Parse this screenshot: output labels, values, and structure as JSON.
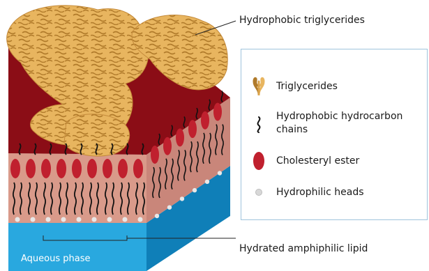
{
  "labels": {
    "hydrophobic_triglycerides": "Hydrophobic triglycerides",
    "hydrated_amphiphilic_lipid": "Hydrated amphiphilic lipid",
    "aqueous_phase": "Aqueous phase"
  },
  "legend": {
    "triglycerides": "Triglycerides",
    "hydrocarbon_chains_line1": "Hydrophobic hydrocarbon",
    "hydrocarbon_chains_line2": "chains",
    "cholesteryl_ester": "Cholesteryl ester",
    "hydrophilic_heads": "Hydrophilic heads"
  },
  "colors": {
    "triglyceride": "#e8b55f",
    "triglyceride_stroke": "#b07a2a",
    "dark_red": "#8b0d16",
    "ester_red": "#c0202e",
    "pink_layer": "#d99a8a",
    "aqueous": "#29a8df",
    "aqueous_side": "#0f7fb8",
    "head": "#e8e8e8",
    "legend_border": "#9fc4dd"
  }
}
